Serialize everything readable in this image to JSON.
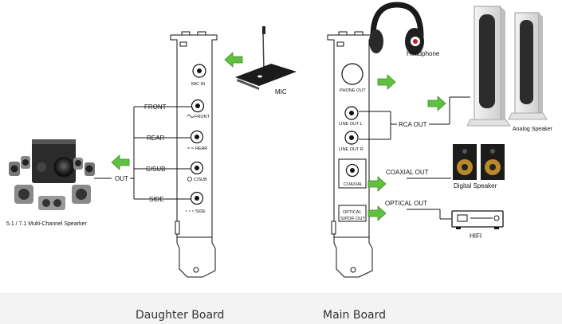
{
  "colors": {
    "arrow_fill": "#5fc13f",
    "arrow_stroke": "#3f8a2a",
    "line": "#111111",
    "footer_bg": "#f3f3f3"
  },
  "daughter_board": {
    "ports": {
      "mic_in": "MIC IN",
      "front": "FRONT",
      "rear": "REAR",
      "csub": "C/SUB",
      "side": "SIDE"
    },
    "branch_labels": {
      "front": "FRONT",
      "rear": "REAR",
      "csub": "C/SUB",
      "side": "SIDE"
    },
    "out_label": "OUT",
    "mic_label": "MIC",
    "speaker_label": "5.1 / 7.1 Multi-Channel Spearker"
  },
  "main_board": {
    "ports": {
      "phone_out": "PHONE OUT",
      "line_out_l": "LINE OUT L",
      "line_out_r": "LINE OUT R",
      "coaxial": "COAXIAL",
      "optical_line1": "OPTICAL",
      "optical_line2": "S/PDIF OUT"
    },
    "connections": {
      "rca_out": "RCA OUT",
      "coaxial_out": "COAXIAL OUT",
      "optical_out": "OPTICAL OUT"
    },
    "devices": {
      "headphone": "Headphone",
      "analog_speaker": "Analog Speaker",
      "digital_speaker": "Digital Speaker",
      "hifi": "HIFI"
    }
  },
  "footer": {
    "daughter_board": "Daughter Board",
    "main_board": "Main Board"
  }
}
